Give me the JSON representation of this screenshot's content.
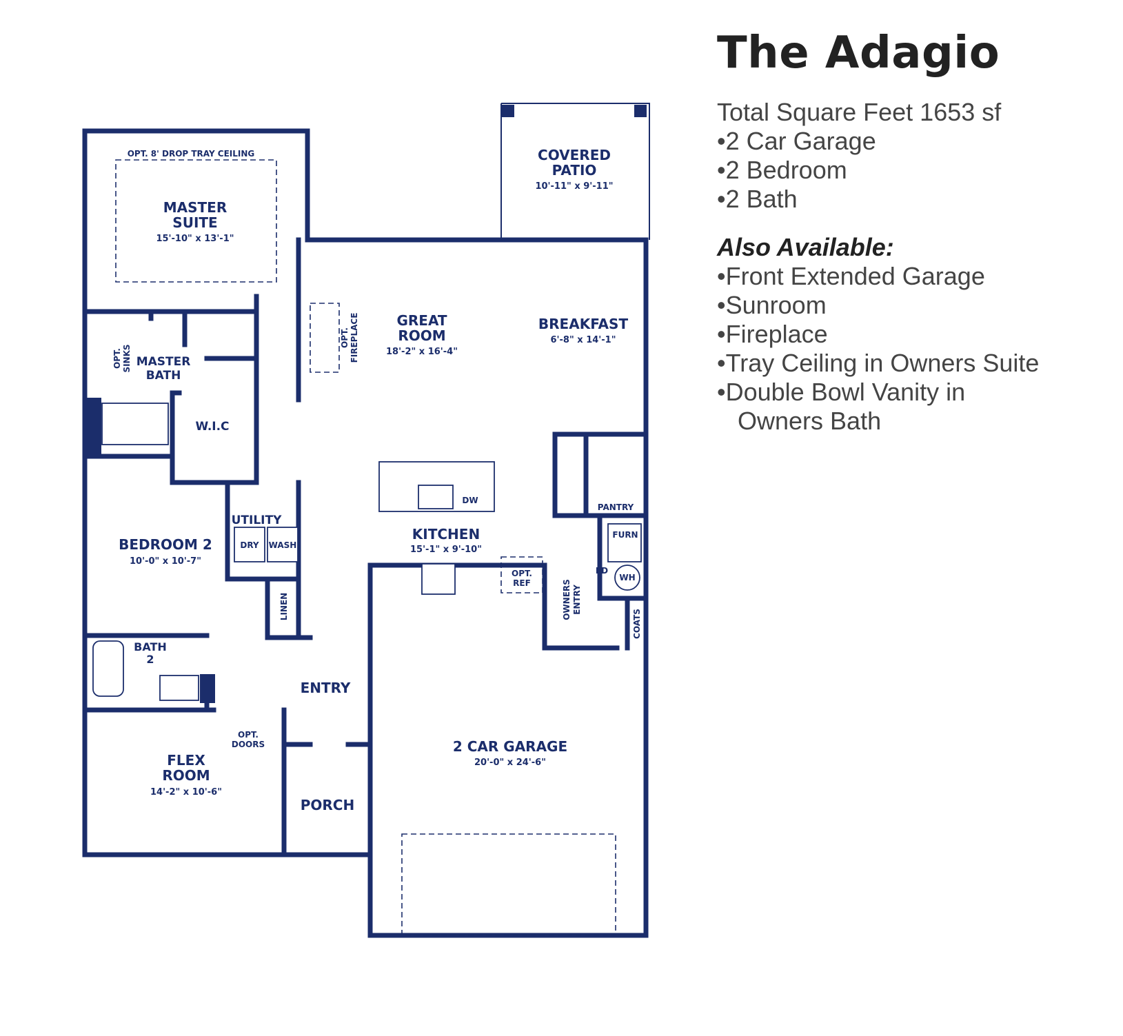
{
  "title": "The Adagio",
  "summary": {
    "total": "Total Square Feet 1653 sf",
    "features": [
      "2 Car Garage",
      "2 Bedroom",
      "2 Bath"
    ]
  },
  "also": {
    "heading": "Also Available:",
    "items": [
      "Front Extended Garage",
      "Sunroom",
      "Fireplace",
      "Tray Ceiling in Owners Suite",
      "Double Bowl Vanity in"
    ],
    "continuation": "Owners Bath"
  },
  "rooms": {
    "tray": "OPT. 8' DROP TRAY CEILING",
    "master_1": "MASTER",
    "master_2": "SUITE",
    "master_dim": "15'-10\" x 13'-1\"",
    "patio_1": "COVERED",
    "patio_2": "PATIO",
    "patio_dim": "10'-11\" x 9'-11\"",
    "great_1": "GREAT",
    "great_2": "ROOM",
    "great_dim": "18'-2\" x 16'-4\"",
    "breakfast": "BREAKFAST",
    "breakfast_dim": "6'-8\" x 14'-1\"",
    "fireplace_1": "OPT.",
    "fireplace_2": "FIREPLACE",
    "sinks_1": "OPT.",
    "sinks_2": "SINKS",
    "mbath_1": "MASTER",
    "mbath_2": "BATH",
    "wic": "W.I.C",
    "pantry": "PANTRY",
    "dw": "DW",
    "utility": "UTILITY",
    "dry": "DRY",
    "wash": "WASH",
    "kitchen": "KITCHEN",
    "kitchen_dim": "15'-1\" x 9'-10\"",
    "furn": "FURN",
    "fd": "FD",
    "wh": "WH",
    "ref_1": "OPT.",
    "ref_2": "REF",
    "bed2": "BEDROOM 2",
    "bed2_dim": "10'-0\" x 10'-7\"",
    "owners_1": "OWNERS",
    "owners_2": "ENTRY",
    "coats": "COATS",
    "linen": "LINEN",
    "porch": "PORCH",
    "bath2_1": "BATH",
    "bath2_2": "2",
    "entry": "ENTRY",
    "doors_1": "OPT.",
    "doors_2": "DOORS",
    "garage": "2 CAR GARAGE",
    "garage_dim": "20'-0\" x 24'-6\"",
    "flex_1": "FLEX",
    "flex_2": "ROOM",
    "flex_dim": "14'-2\" x 10'-6\""
  }
}
